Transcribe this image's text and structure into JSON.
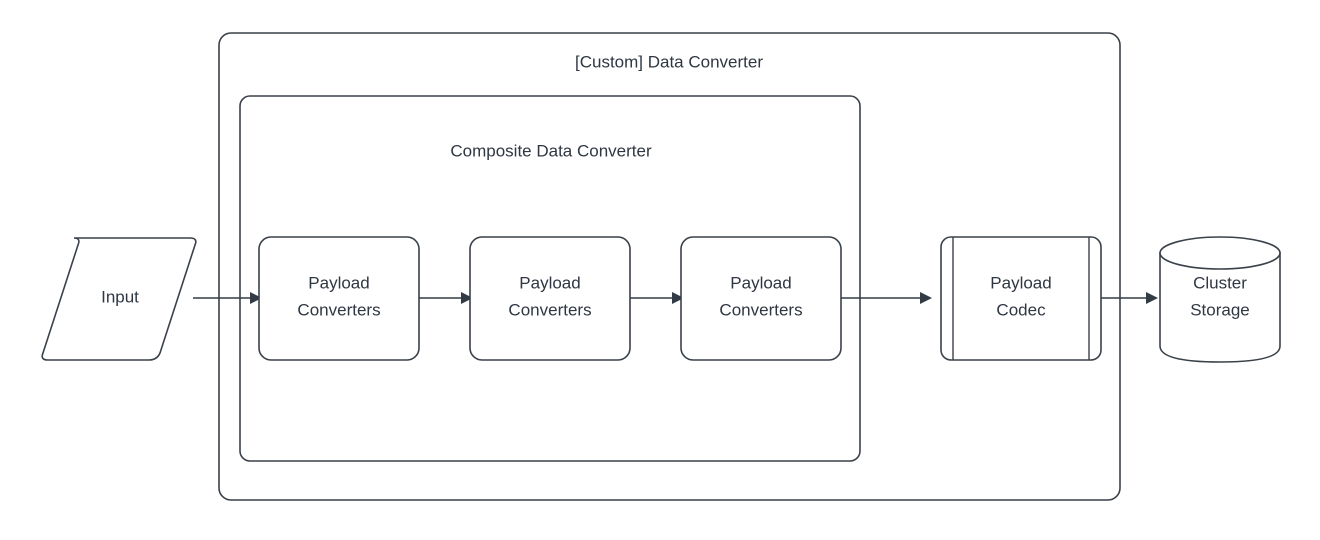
{
  "diagram": {
    "title": "[Custom] Data Converter",
    "background_color": "#ffffff",
    "stroke_color": "#3a4149",
    "text_color": "#2f3742",
    "containers": [
      {
        "id": "custom-data-converter",
        "label": "[Custom] Data Converter",
        "shape": "rounded-rectangle"
      },
      {
        "id": "composite-data-converter",
        "label": "Composite Data Converter",
        "shape": "rounded-rectangle"
      }
    ],
    "nodes": [
      {
        "id": "input",
        "label": "Input",
        "shape": "parallelogram"
      },
      {
        "id": "payload-converters-1",
        "label_line1": "Payload",
        "label_line2": "Converters",
        "shape": "rounded-rectangle"
      },
      {
        "id": "payload-converters-2",
        "label_line1": "Payload",
        "label_line2": "Converters",
        "shape": "rounded-rectangle"
      },
      {
        "id": "payload-converters-3",
        "label_line1": "Payload",
        "label_line2": "Converters",
        "shape": "rounded-rectangle"
      },
      {
        "id": "payload-codec",
        "label_line1": "Payload",
        "label_line2": "Codec",
        "shape": "process"
      },
      {
        "id": "cluster-storage",
        "label_line1": "Cluster",
        "label_line2": "Storage",
        "shape": "cylinder"
      }
    ],
    "edges": [
      {
        "id": "edge-input-to-pc1",
        "from": "input",
        "to": "payload-converters-1",
        "arrow": "single"
      },
      {
        "id": "edge-pc1-to-pc2",
        "from": "payload-converters-1",
        "to": "payload-converters-2",
        "arrow": "single"
      },
      {
        "id": "edge-pc2-to-pc3",
        "from": "payload-converters-2",
        "to": "payload-converters-3",
        "arrow": "single"
      },
      {
        "id": "edge-pc3-to-codec",
        "from": "payload-converters-3",
        "to": "payload-codec",
        "arrow": "single"
      },
      {
        "id": "edge-codec-to-storage",
        "from": "payload-codec",
        "to": "cluster-storage",
        "arrow": "single"
      }
    ]
  }
}
